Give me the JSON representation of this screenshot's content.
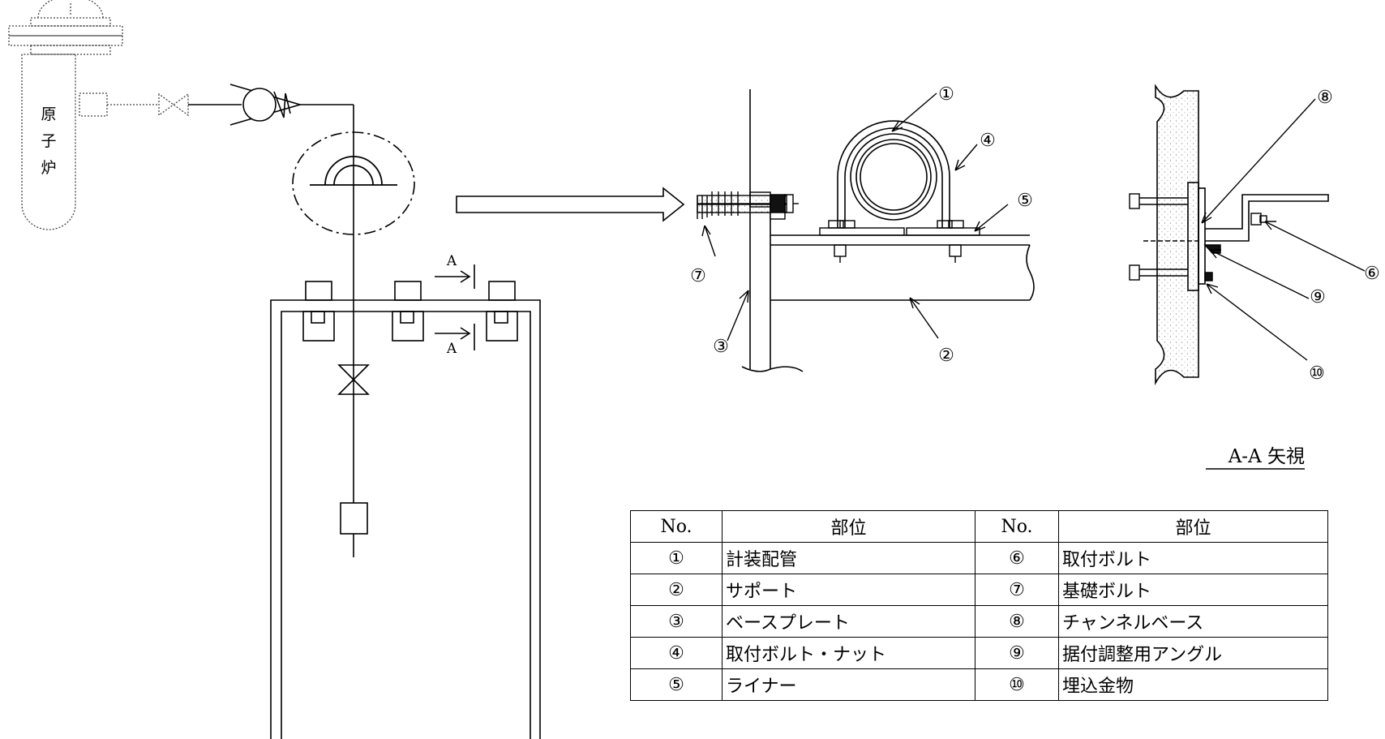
{
  "system_diagram": {
    "reactor_label": [
      "原",
      "子",
      "炉"
    ]
  },
  "section_marks": {
    "top_label": "A",
    "bottom_label": "A"
  },
  "detail_callouts": [
    "①",
    "②",
    "③",
    "④",
    "⑤",
    "⑦"
  ],
  "view_aa": {
    "title": "A-A 矢視",
    "callouts": [
      "⑧",
      "⑥",
      "⑨",
      "⑩"
    ]
  },
  "parts_table": {
    "headers": [
      "No.",
      "部位",
      "No.",
      "部位"
    ],
    "rows": [
      {
        "no_left": "①",
        "name_left": "計装配管",
        "no_right": "⑥",
        "name_right": "取付ボルト"
      },
      {
        "no_left": "②",
        "name_left": "サポート",
        "no_right": "⑦",
        "name_right": "基礎ボルト"
      },
      {
        "no_left": "③",
        "name_left": "ベースプレート",
        "no_right": "⑧",
        "name_right": "チャンネルベース"
      },
      {
        "no_left": "④",
        "name_left": "取付ボルト・ナット",
        "no_right": "⑨",
        "name_right": "据付調整用アングル"
      },
      {
        "no_left": "⑤",
        "name_left": "ライナー",
        "no_right": "⑩",
        "name_right": "埋込金物"
      }
    ]
  }
}
